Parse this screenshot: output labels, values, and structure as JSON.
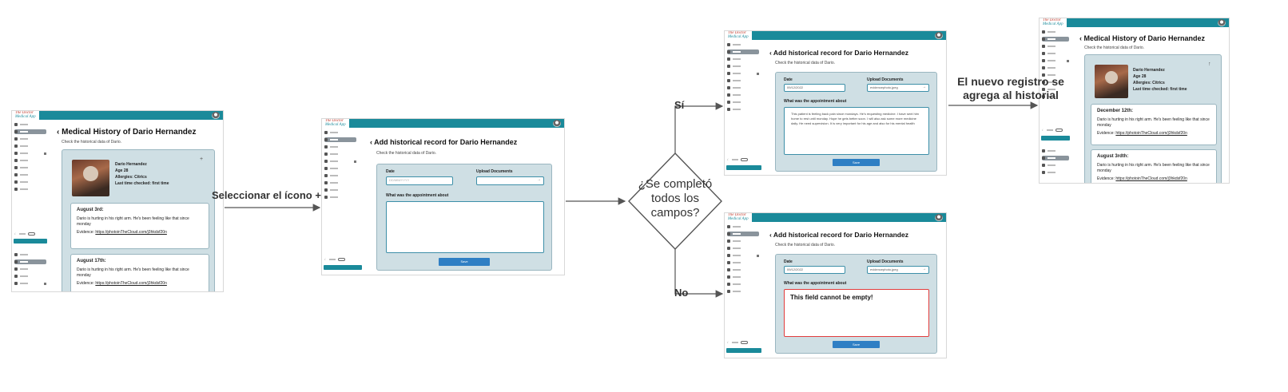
{
  "logo": {
    "line1": "The Doctor",
    "line2": "Medical App"
  },
  "edges": {
    "select": "Seleccionar el ícono +",
    "yes": "Sí",
    "no": "No",
    "added": "El nuevo registro se agrega al historial"
  },
  "decision": {
    "text": "¿Se completó todos los campos?"
  },
  "history": {
    "title": "Medical History of Dario Hernandez",
    "subtitle": "Check the historical data of Dario.",
    "patient": {
      "name": "Dario Hernandez",
      "age": "Age 28",
      "allergies": "Allergies: Citrics",
      "last_checked": "Last time checked: first time"
    },
    "entries": [
      {
        "date": "August 3rd:",
        "text": "Dario is hurting in his right arm. He's been feeling like that since monday",
        "evidence_label": "Evidence: ",
        "evidence_link": "https://photoinTheCloud.com/j3hkdsf20n"
      },
      {
        "date": "August 17th:",
        "text": "Dario is hurting in his right arm. He's been feeling like that since monday",
        "evidence_label": "Evidence: ",
        "evidence_link": "https://photoinTheCloud.com/j3hkdsf20n"
      }
    ]
  },
  "history_updated": {
    "title": "Medical History of Dario Hernandez",
    "subtitle": "Check the historical data of Dario.",
    "patient": {
      "name": "Dario Hernandez",
      "age": "Age 28",
      "allergies": "Allergies: Citrics",
      "last_checked": "Last time checked: first time"
    },
    "entries": [
      {
        "date": "December 12th:",
        "text": "Dario is hurting in his right arm. He's been feeling like that since monday",
        "evidence_label": "Evidence: ",
        "evidence_link": "https://photoinTheCloud.com/j3hkdsf20n"
      },
      {
        "date": "August 3rdth:",
        "text": "Dario is hurting in his right arm. He's been feeling like that since monday",
        "evidence_label": "Evidence: ",
        "evidence_link": "https://photoinTheCloud.com/j3hkdsf20n"
      }
    ]
  },
  "form": {
    "title": "Add historical record for Dario Hernandez",
    "subtitle": "Check the historical data of Dario.",
    "date_label": "Date",
    "upload_label": "Upload Documents",
    "appointment_label": "What was the appointment about",
    "save_label": "Save",
    "date_placeholder": "DD/MM/YYYY",
    "date_value": "09/12/2022",
    "upload_value": "evidencephoto.jpeg",
    "appointment_text": "This patient is feeling back pain since mondays. He's requesting medicine. I have sent him home to rest until monday. Hope he gets better soon. I will also ask some more medicine daily. He need supervision. It is very important for his age and also for his mental health",
    "error_text": "This field cannot be empty!"
  },
  "colors": {
    "brand": "#1a8a9a",
    "card": "#cfdfe4",
    "save": "#2f7fc4",
    "error": "#e23d3d"
  }
}
